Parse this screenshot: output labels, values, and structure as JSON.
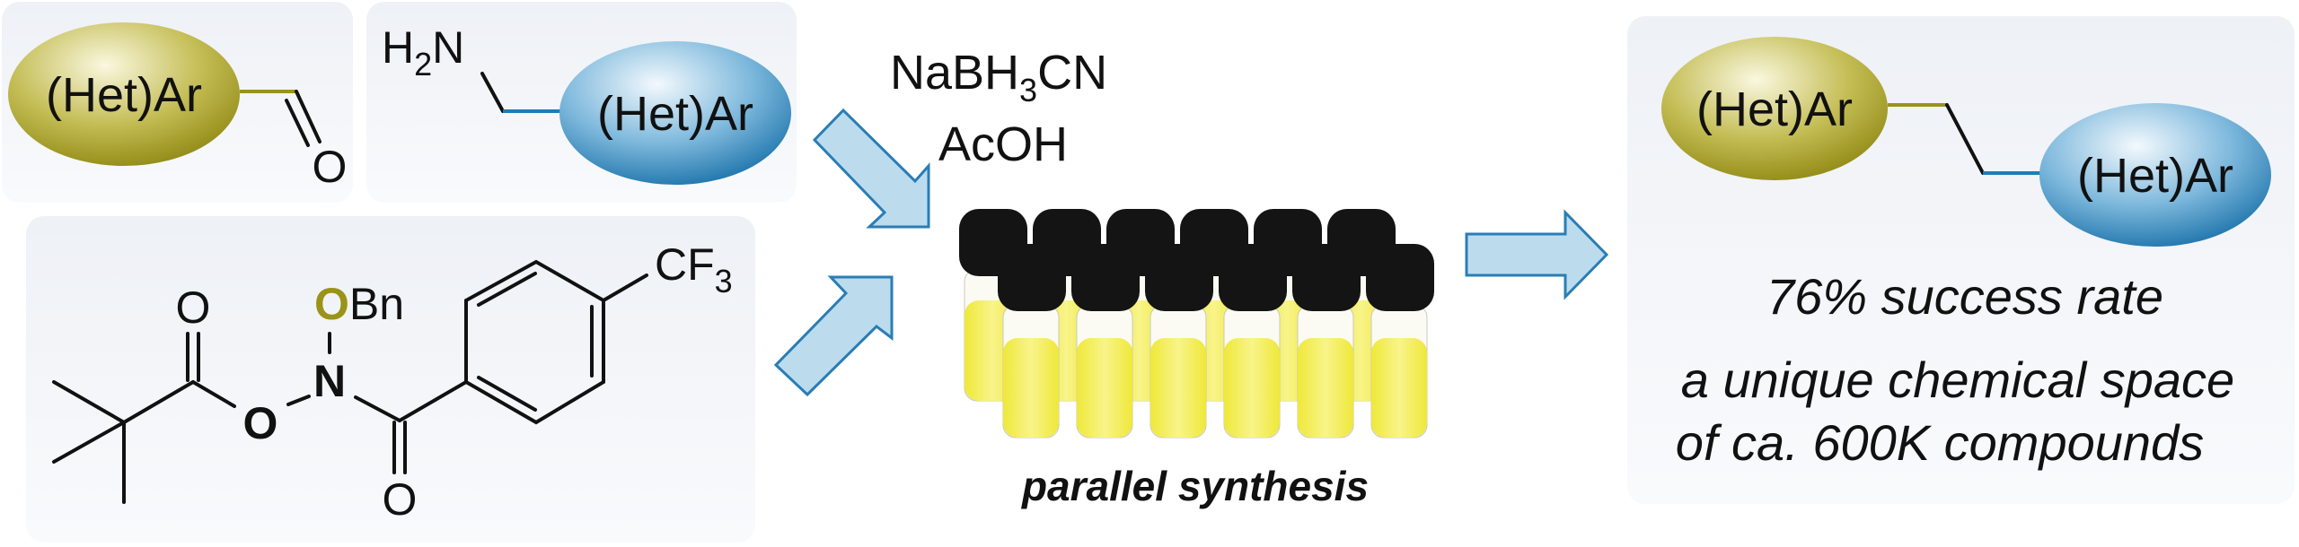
{
  "colors": {
    "gold": "#9a9318",
    "blue": "#1f7db5",
    "arrow_fill": "#bcdcee",
    "arrow_stroke": "#2a7db5",
    "vial_liquid": "#f2ee4a",
    "cap": "#141414"
  },
  "aldehyde": {
    "ring_label": "(Het)Ar",
    "oxygen": "O"
  },
  "amine": {
    "amine_h": "H",
    "amine_sub": "2",
    "amine_n": "N",
    "ring_label": "(Het)Ar"
  },
  "reagent": {
    "carbonyl_o1": "O",
    "ester_o": "O",
    "nitrogen": "N",
    "obn_o": "O",
    "obn_rest": "Bn",
    "carbonyl_o2": "O",
    "cf3_main": "CF",
    "cf3_sub": "3"
  },
  "conditions": {
    "line1_main": "NaBH",
    "line1_sub": "3",
    "line1_end": "CN",
    "line2": "AcOH"
  },
  "vials": {
    "caption": "parallel synthesis",
    "count_per_row": 6,
    "rows": 2
  },
  "product": {
    "left_label": "(Het)Ar",
    "right_label": "(Het)Ar",
    "line1": "76% success rate",
    "line2": "a unique chemical space",
    "line3": "of ca. 600K compounds"
  }
}
